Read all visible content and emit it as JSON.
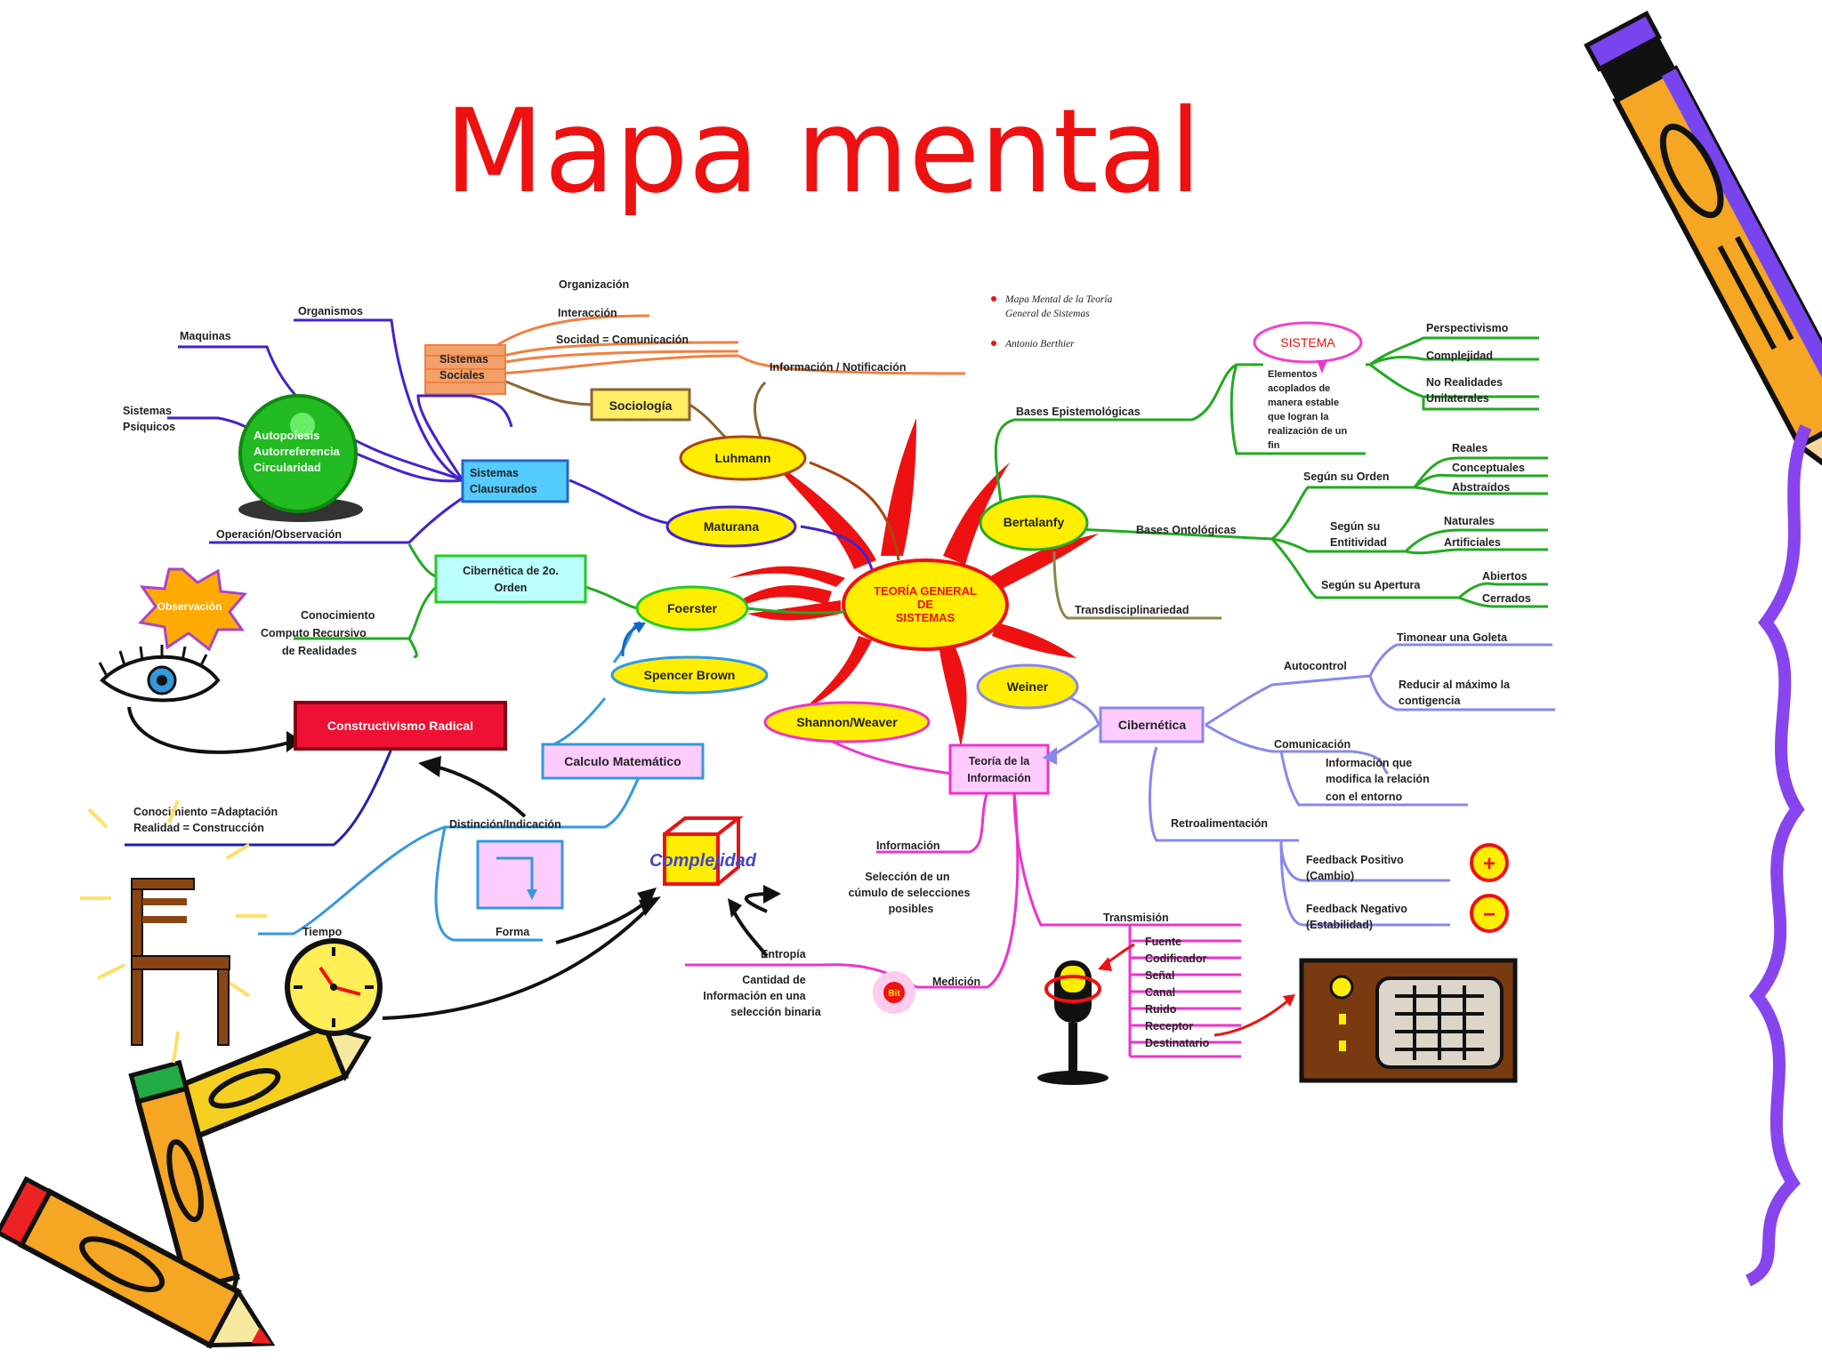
{
  "slide": {
    "title": "Mapa mental"
  },
  "note": {
    "line1": "Mapa Mental de la Teoría",
    "line2": "General de Sistemas",
    "author": "Antonio Berthier"
  },
  "center": {
    "line1": "TEORÍA GENERAL",
    "line2": "DE",
    "line3": "SISTEMAS"
  },
  "nodes": {
    "luhmann": "Luhmann",
    "sociologia": "Sociología",
    "sistemas_sociales_1": "Sistemas",
    "sistemas_sociales_2": "Sociales",
    "maturana": "Maturana",
    "sistemas_clausurados_1": "Sistemas",
    "sistemas_clausurados_2": "Clausurados",
    "foerster": "Foerster",
    "cibernetica2_1": "Cibernética de 2o.",
    "cibernetica2_2": "Orden",
    "spencer_brown": "Spencer Brown",
    "calculo": "Calculo Matemático",
    "constructivismo": "Constructivismo Radical",
    "shannon": "Shannon/Weaver",
    "teoria_info_1": "Teoría de la",
    "teoria_info_2": "Información",
    "weiner": "Weiner",
    "cibernetica": "Cibernética",
    "bertalanfy": "Bertalanfy",
    "sistema": "SISTEMA",
    "complejidad": "Complejidad",
    "observacion": "Observación",
    "autopoiesis_1": "Autopoiesis",
    "autopoiesis_2": "Autorreferencia",
    "autopoiesis_3": "Circularidad",
    "medicion_badge": "Bit"
  },
  "labels": {
    "organizacion": "Organización",
    "interaccion": "Interacción",
    "sociedad": "Socidad = Comunicación",
    "info_notif": "Información / Notificación",
    "organismos": "Organismos",
    "maquinas": "Maquinas",
    "psiquicos_1": "Sistemas",
    "psiquicos_2": "Psíquicos",
    "operacion": "Operación/Observación",
    "conocimiento_1": "Conocimiento",
    "conocimiento_2": "Computo Recursivo",
    "conocimiento_3": "de Realidades",
    "adaptacion_1": "Conocimiento =Adaptación",
    "adaptacion_2": "Realidad = Construcción",
    "distincion": "Distinción/Indicación",
    "tiempo": "Tiempo",
    "forma": "Forma",
    "informacion": "Información",
    "seleccion_1": "Selección de un",
    "seleccion_2": "cúmulo de selecciones",
    "seleccion_3": "posibles",
    "entropia": "Entropía",
    "cantidad_1": "Cantidad de",
    "cantidad_2": "Información en una",
    "cantidad_3": "selección binaria",
    "medicion": "Medición",
    "transmision": "Transmisión",
    "bases_epist": "Bases Epistemológicas",
    "bases_onto": "Bases Ontológicas",
    "transdisc": "Transdisciplinariedad",
    "elementos_1": "Elementos",
    "elementos_2": "acoplados de",
    "elementos_3": "manera estable",
    "elementos_4": "que logran la",
    "elementos_5": "realización de un",
    "elementos_6": "fin",
    "perspectivismo": "Perspectivismo",
    "complejidad": "Complejidad",
    "no_realidades_1": "No Realidades",
    "no_realidades_2": "Unilaterales",
    "segun_orden": "Según su Orden",
    "reales": "Reales",
    "conceptuales": "Conceptuales",
    "abstraidos": "Abstraídos",
    "segun_entidad_1": "Según su",
    "segun_entidad_2": "Entitividad",
    "naturales": "Naturales",
    "artificiales": "Artificiales",
    "segun_apertura": "Según su Apertura",
    "abiertos": "Abiertos",
    "cerrados": "Cerrados",
    "autocontrol": "Autocontrol",
    "timonear": "Timonear una Goleta",
    "reducir_1": "Reducir al máximo la",
    "reducir_2": "contigencia",
    "comunicacion": "Comunicación",
    "info_modifica_1": "Información que",
    "info_modifica_2": "modifica la relación",
    "info_modifica_3": "con el entorno",
    "retro": "Retroalimentación",
    "fb_pos_1": "Feedback Positivo",
    "fb_pos_2": "(Cambio)",
    "fb_neg_1": "Feedback Negativo",
    "fb_neg_2": "(Estabilidad)",
    "fuente": "Fuente",
    "codificador": "Codificador",
    "senal": "Señal",
    "canal": "Canal",
    "ruido": "Ruido",
    "receptor": "Receptor",
    "destinatario": "Destinatario",
    "plus": "+",
    "minus": "−"
  },
  "colors": {
    "title": "#ee1111",
    "center_fill": "#ffee00",
    "center_rays": "#ee1111",
    "orange_branch": "#f08040",
    "purple_branch": "#4422cc",
    "green_branch": "#22aa22",
    "blue_branch": "#3399dd",
    "magenta_branch": "#ee33cc",
    "lavender_branch": "#8888ee",
    "navy_branch": "#2222aa",
    "olive_branch": "#888844"
  }
}
